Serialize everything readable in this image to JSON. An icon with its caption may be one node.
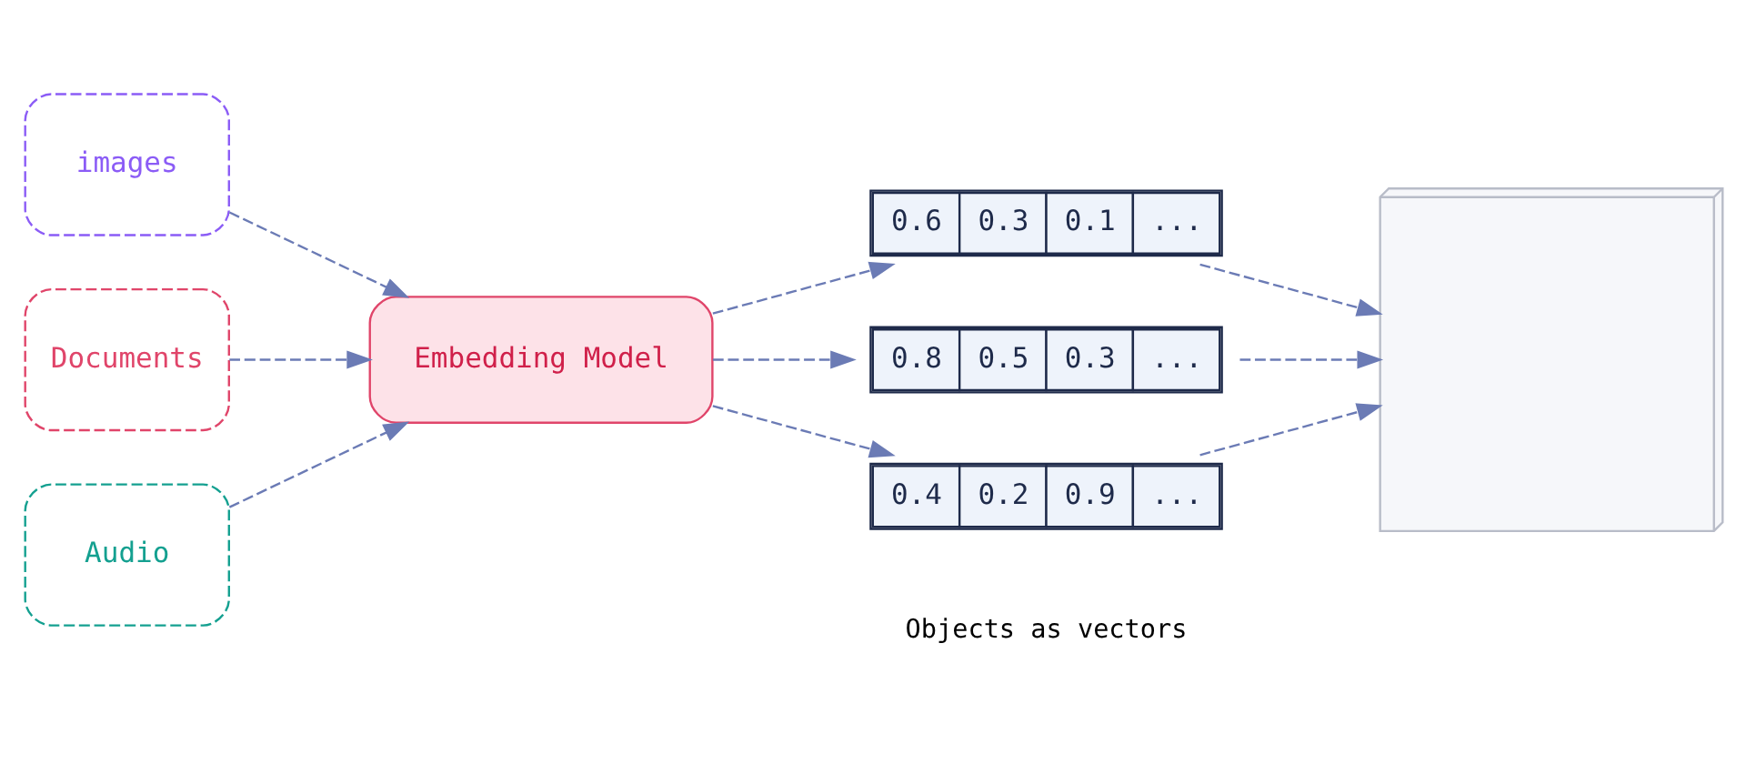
{
  "diagram": {
    "nodes": [
      {
        "text": [
          "images"
        ]
      },
      {
        "text": [
          "Documents"
        ]
      },
      {
        "text": [
          "Audio"
        ]
      },
      {
        "text": [
          "Embedding Model"
        ]
      },
      {
        "text": [
          "0.6",
          "0.3",
          "0.1",
          "..."
        ]
      },
      {
        "text": [
          "0.8",
          "0.5",
          "0.3",
          "..."
        ]
      },
      {
        "text": [
          "0.4",
          "0.2",
          "0.9",
          "..."
        ]
      },
      {
        "text": [],
        "shape": "picture"
      }
    ],
    "edges": [
      {
        "from": 0,
        "to": 3,
        "arrow": "to",
        "style": "dashed"
      },
      {
        "from": 1,
        "to": 3,
        "arrow": "to",
        "style": "dashed"
      },
      {
        "from": 2,
        "to": 3,
        "arrow": "to",
        "style": "dashed"
      },
      {
        "from": 3,
        "to": 4,
        "arrow": "to",
        "style": "dashed"
      },
      {
        "from": 3,
        "to": 5,
        "arrow": "to",
        "style": "dashed"
      },
      {
        "from": 3,
        "to": 6,
        "arrow": "to",
        "style": "dashed"
      },
      {
        "from": 4,
        "to": 7,
        "arrow": "to",
        "style": "dashed"
      },
      {
        "from": 5,
        "to": 7,
        "arrow": "to",
        "style": "dashed"
      },
      {
        "from": 6,
        "to": 7,
        "arrow": "to",
        "style": "dashed"
      }
    ],
    "labels": [
      "Objects as vectors"
    ]
  }
}
